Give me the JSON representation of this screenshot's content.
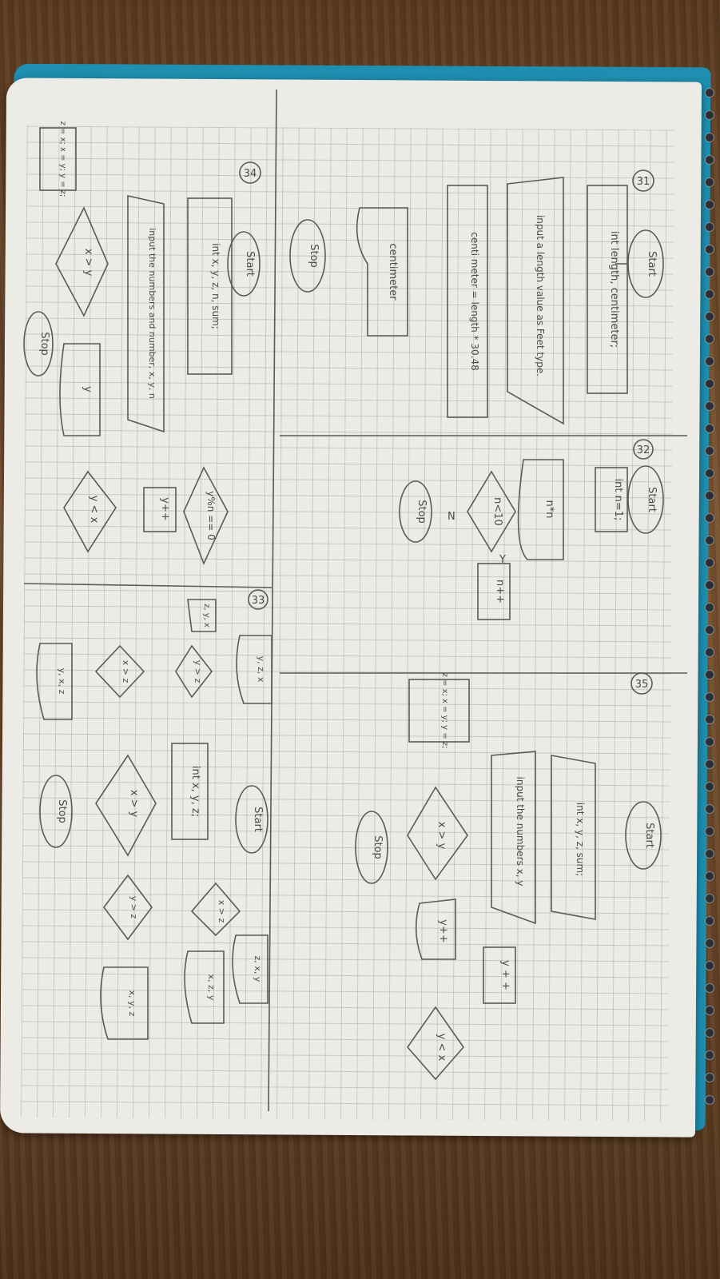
{
  "photo": {
    "subject": "handwritten flowcharts on grid notebook paper"
  },
  "labels": {
    "n31": "31",
    "n32": "32",
    "n33": "33",
    "n34": "34",
    "n35": "35",
    "start": "Start",
    "stop": "Stop",
    "f31_decl": "int length, centimeter;",
    "f31_input": "input a length value as Feet type.",
    "f31_calc": "centi meter = length * 30.48",
    "f31_output": "centimeter",
    "f32_decl": "int n=1;",
    "f32_out": "n*n",
    "f32_cond": "n<10",
    "f32_inc": "n++",
    "f34_decl": "int x, y, z, n, sum;",
    "f34_input": "input the numbers and number, x, y, n",
    "f34_cond1": "x > y",
    "f34_assign": "z = x; x = y; y = z;",
    "f34_out": "y",
    "f34_cond2": "y < x",
    "f34_inc": "y++",
    "f34_cond3": "y%n == 0",
    "f33_decl": "int x, y, z;",
    "f33_cond1": "x > y",
    "f33_cond2": "x > z",
    "f33_cond3": "y > z",
    "f33_cond4": "y > z",
    "f33_cond5": "x > z",
    "f33_o1": "z, x, y",
    "f33_o2": "x, z, y",
    "f33_o3": "x, y, z",
    "f33_o4": "y, z, x",
    "f33_o5": "z, y, x",
    "f33_o6": "y, x, z",
    "f35_decl": "int x, y, z, sum;",
    "f35_input": "input the numbers x, y",
    "f35_cond1": "x > y",
    "f35_assign": "z = x; x = y; y = z;",
    "f35_out": "y++",
    "f35_cond2": "y < x",
    "f35_inc": "y + +",
    "yes": "Y",
    "no": "N"
  }
}
